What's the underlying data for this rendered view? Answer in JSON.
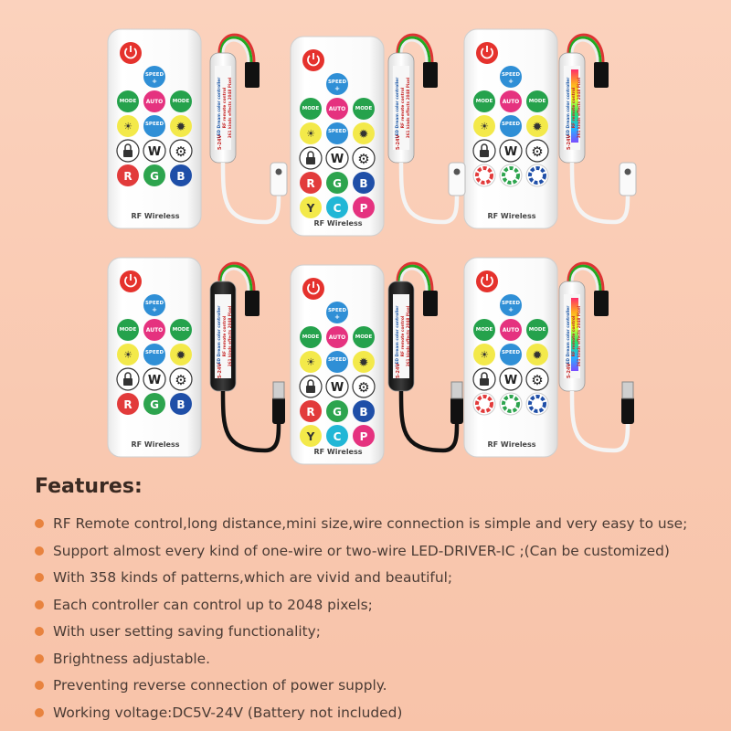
{
  "colors": {
    "background": "#f9c9b1",
    "bullet": "#e8833f",
    "heading": "#3a2a22",
    "text": "#4a3b34"
  },
  "remote": {
    "brand_label": "RF Wireless",
    "speed_label": "SPEED",
    "mode_label": "MODE",
    "auto_label": "AUTO",
    "r_label": "R",
    "g_label": "G",
    "b_label": "B",
    "y_label": "Y",
    "c_label": "C",
    "p_label": "P",
    "w_label": "W"
  },
  "controller": {
    "line1": "LED Dream color controller",
    "line2": "RF remote control",
    "line3": "361 kinds effects 2048 Pixel",
    "voltage": "5-24V"
  },
  "features": {
    "heading": "Features:",
    "items": [
      "RF Remote control,long distance,mini size,wire connection is simple and very easy to use;",
      "Support almost every kind of one-wire or two-wire LED-DRIVER-IC ;(Can be customized)",
      "With 358 kinds of patterns,which are vivid and beautiful;",
      "Each controller can control up to 2048 pixels;",
      "With user setting saving functionality;",
      "Brightness adjustable.",
      "Preventing reverse connection of power supply.",
      "Working voltage:DC5V-24V (Battery not included)"
    ]
  }
}
